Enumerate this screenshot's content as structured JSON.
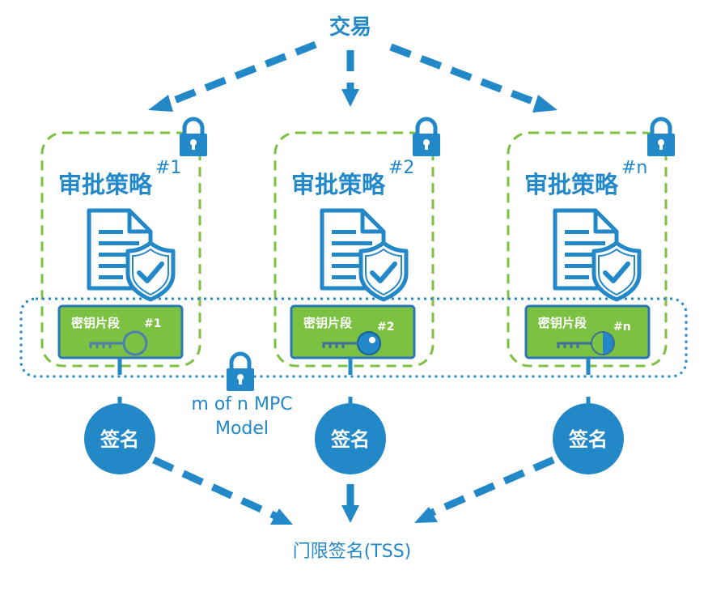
{
  "title": "交易",
  "policies": [
    {
      "label": "审批策略",
      "number": "#1",
      "shard_label": "密钥片段",
      "shard_number": "#1"
    },
    {
      "label": "审批策略",
      "number": "#2",
      "shard_label": "密钥片段",
      "shard_number": "#2"
    },
    {
      "label": "审批策略",
      "number": "#n",
      "shard_label": "密钥片段",
      "shard_number": "#n"
    }
  ],
  "mpc_label_line1": "m of n MPC",
  "mpc_label_line2": "Model",
  "sign_labels": [
    "签名",
    "签名",
    "签名"
  ],
  "result_label": "门限签名(TSS)",
  "colors": {
    "blue": "#2288c8",
    "green_dash": "#7cc142",
    "shard_fill": "#7cc142",
    "shard_border": "#2a78b8",
    "dotted_blue": "#2288c8"
  }
}
